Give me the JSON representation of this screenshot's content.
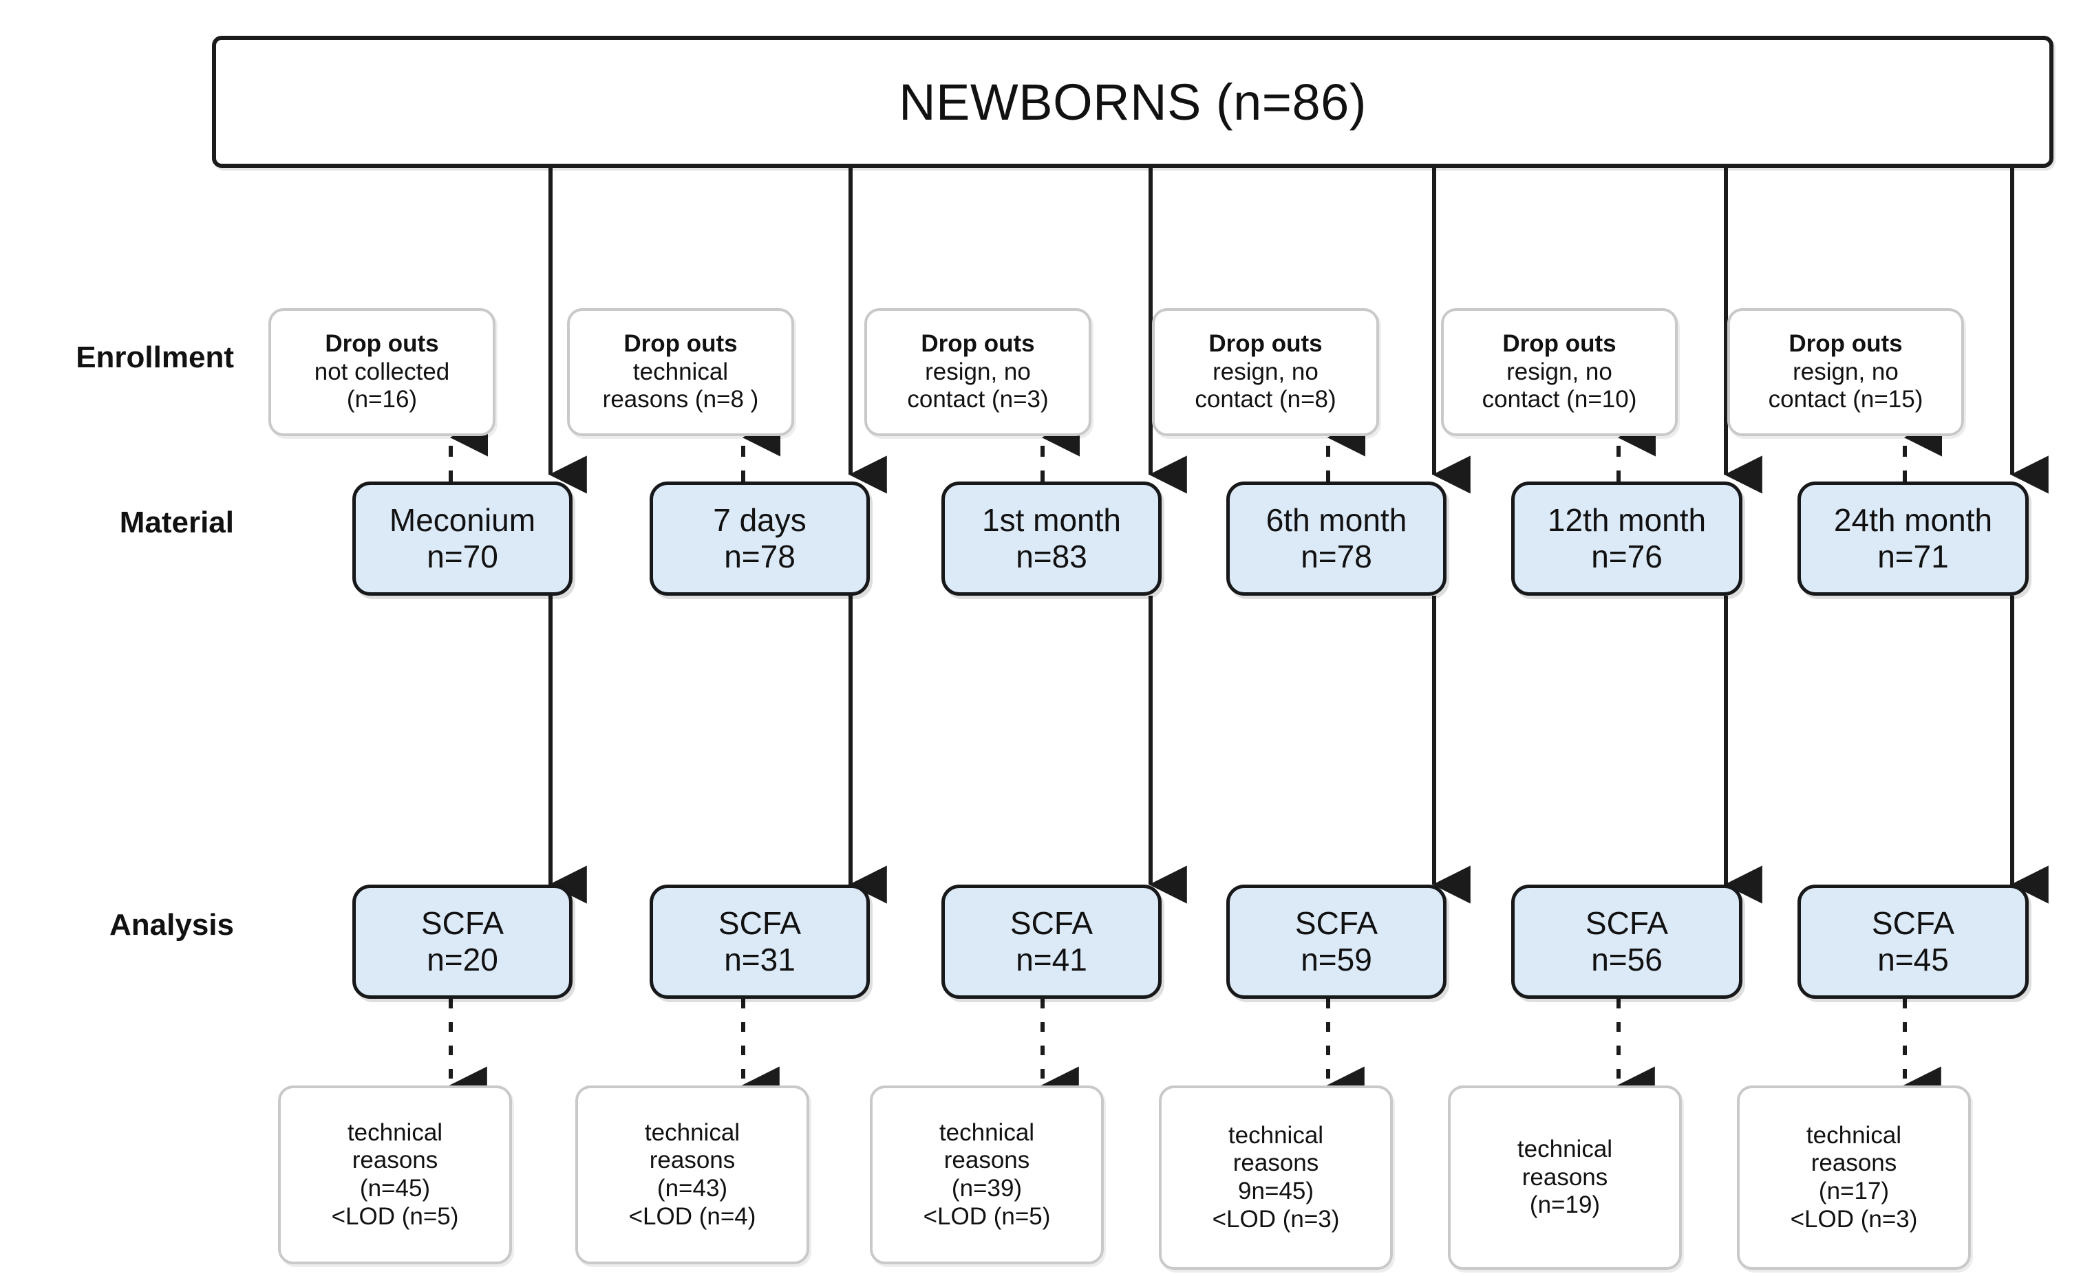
{
  "header": {
    "title": "NEWBORNS (n=86)"
  },
  "row_labels": {
    "enrollment": "Enrollment",
    "material": "Material",
    "analysis": "Analysis"
  },
  "dropouts": [
    {
      "l1": "Drop outs",
      "l2": "not collected",
      "l3": "(n=16)"
    },
    {
      "l1": "Drop outs",
      "l2": "technical",
      "l3": "reasons (n=8  )"
    },
    {
      "l1": "Drop outs",
      "l2": "resign, no",
      "l3": "contact (n=3)"
    },
    {
      "l1": "Drop outs",
      "l2": "resign, no",
      "l3": "contact (n=8)"
    },
    {
      "l1": "Drop outs",
      "l2": "resign, no",
      "l3": "contact (n=10)"
    },
    {
      "l1": "Drop outs",
      "l2": "resign, no",
      "l3": "contact (n=15)"
    }
  ],
  "material": [
    {
      "name": "Meconium",
      "count": "n=70"
    },
    {
      "name": "7 days",
      "count": "n=78"
    },
    {
      "name": "1st month",
      "count": "n=83"
    },
    {
      "name": "6th month",
      "count": "n=78"
    },
    {
      "name": "12th month",
      "count": "n=76"
    },
    {
      "name": "24th month",
      "count": "n=71"
    }
  ],
  "analysis": [
    {
      "name": "SCFA",
      "count": "n=20"
    },
    {
      "name": "SCFA",
      "count": "n=31"
    },
    {
      "name": "SCFA",
      "count": "n=41"
    },
    {
      "name": "SCFA",
      "count": "n=59"
    },
    {
      "name": "SCFA",
      "count": "n=56"
    },
    {
      "name": "SCFA",
      "count": "n=45"
    }
  ],
  "exclusions": [
    {
      "l1": "technical",
      "l2": "reasons",
      "l3": "(n=45)",
      "l4": "<LOD (n=5)"
    },
    {
      "l1": "technical",
      "l2": "reasons",
      "l3": "(n=43)",
      "l4": "<LOD (n=4)"
    },
    {
      "l1": "technical",
      "l2": "reasons",
      "l3": "(n=39)",
      "l4": "<LOD (n=5)"
    },
    {
      "l1": "technical",
      "l2": "reasons",
      "l3": "9n=45)",
      "l4": "<LOD (n=3)"
    },
    {
      "l1": "technical",
      "l2": "reasons",
      "l3": "(n=19)",
      "l4": ""
    },
    {
      "l1": "technical",
      "l2": "reasons",
      "l3": "(n=17)",
      "l4": "<LOD (n=3)"
    }
  ],
  "colors": {
    "node_fill_blue": "#dce9f7",
    "node_border_dark": "#17181a",
    "node_border_grey": "#c9c9c9",
    "connector": "#1b1b1b",
    "background": "#ffffff"
  }
}
